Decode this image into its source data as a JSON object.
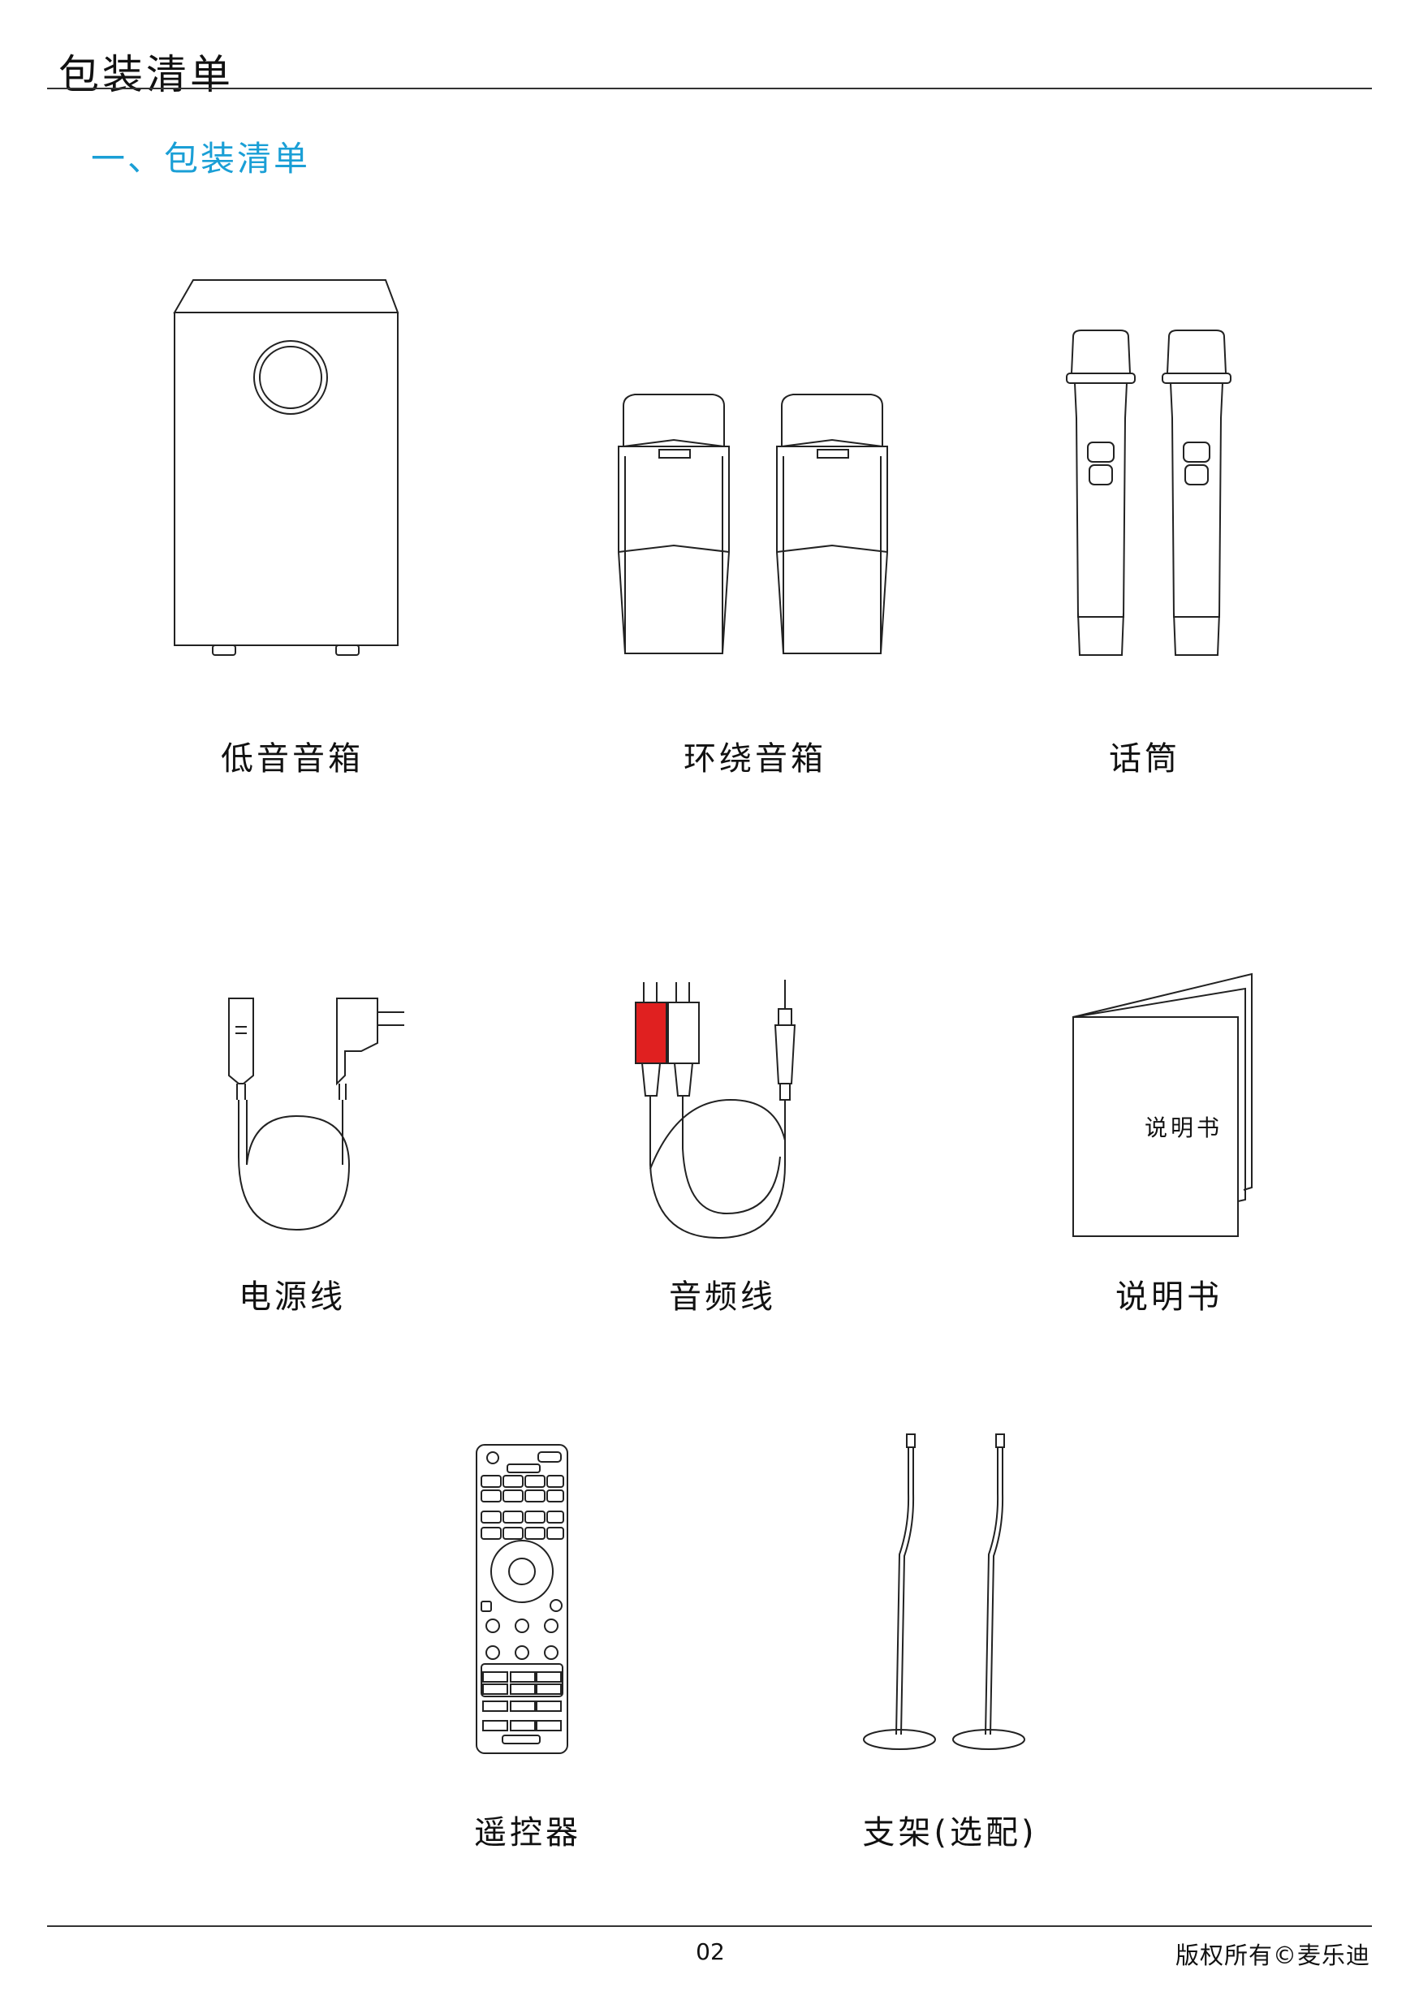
{
  "page": {
    "title": "包装清单",
    "section_title": "一、包装清单",
    "page_number": "02",
    "copyright": "版权所有©麦乐迪"
  },
  "items": [
    {
      "label": "低音音箱",
      "icon": "subwoofer-icon"
    },
    {
      "label": "环绕音箱",
      "icon": "surround-speakers-icon"
    },
    {
      "label": "话筒",
      "icon": "microphones-icon"
    },
    {
      "label": "电源线",
      "icon": "power-cord-icon"
    },
    {
      "label": "音频线",
      "icon": "audio-cable-icon"
    },
    {
      "label": "说明书",
      "icon": "manual-icon"
    },
    {
      "label": "遥控器",
      "icon": "remote-control-icon"
    },
    {
      "label": "支架(选配)",
      "icon": "speaker-stands-icon"
    }
  ],
  "manual_cover_text": "说明书",
  "colors": {
    "accent": "#1a9fd6",
    "rca_red": "#e02020"
  }
}
